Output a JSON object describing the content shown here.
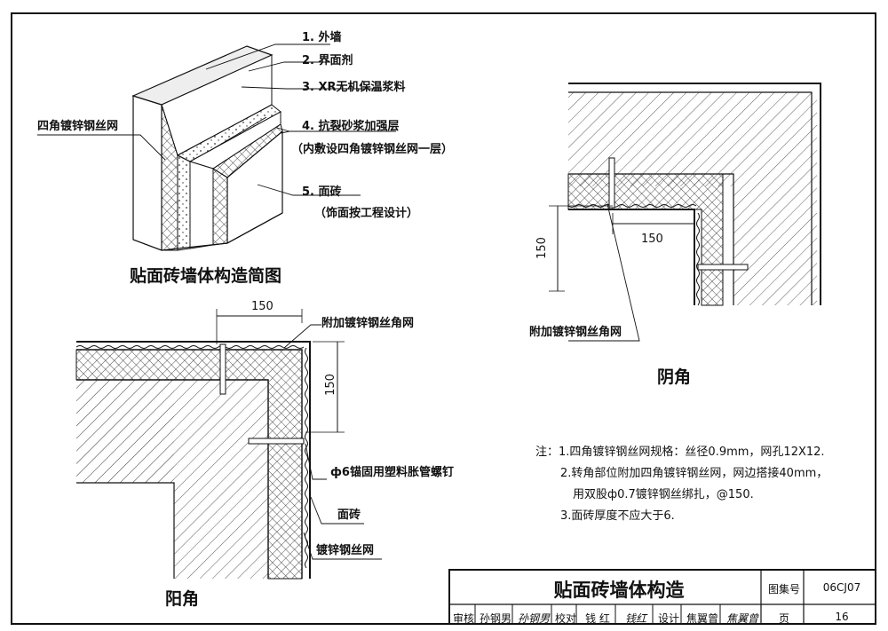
{
  "top_diagram": {
    "labels": {
      "l1": "1. 外墙",
      "l2": "2. 界面剂",
      "l3": "3. XR无机保温浆料",
      "l4a": "4. 抗裂砂浆加强层",
      "l4b": "（内敷设四角镀锌钢丝网一层）",
      "l5a": "5. 面砖",
      "l5b": "（饰面按工程设计）",
      "mesh": "四角镀锌钢丝网"
    },
    "caption": "贴面砖墙体构造简图"
  },
  "outer_corner": {
    "dim_h": "150",
    "dim_v": "150",
    "extra_mesh": "附加镀锌钢丝角网",
    "anchor": "ф6锚固用塑料胀管螺钉",
    "tile": "面砖",
    "mesh": "镀锌钢丝网",
    "caption": "阳角"
  },
  "inner_corner": {
    "dim_h": "150",
    "dim_v": "150",
    "extra_mesh": "附加镀锌钢丝角网",
    "caption": "阴角"
  },
  "notes": {
    "head": "注：",
    "items": [
      "1.四角镀锌钢丝网规格：丝径0.9mm，网孔12X12.",
      "2.转角部位附加四角镀锌钢丝网，网边搭接40mm，",
      "用双股ф0.7镀锌钢丝绑扎，@150.",
      "3.面砖厚度不应大于6."
    ]
  },
  "title_block": {
    "title": "贴面砖墙体构造",
    "atlas_label": "图集号",
    "atlas_no": "06CJ07",
    "review_label": "审核",
    "reviewer": "孙钢男",
    "reviewer_sig": "孙钢男",
    "check_label": "校对",
    "checker": "钱 红",
    "checker_sig": "钱红",
    "design_label": "设计",
    "designer": "焦翼曾",
    "designer_sig": "焦翼曾",
    "page_label": "页",
    "page_no": "16"
  }
}
